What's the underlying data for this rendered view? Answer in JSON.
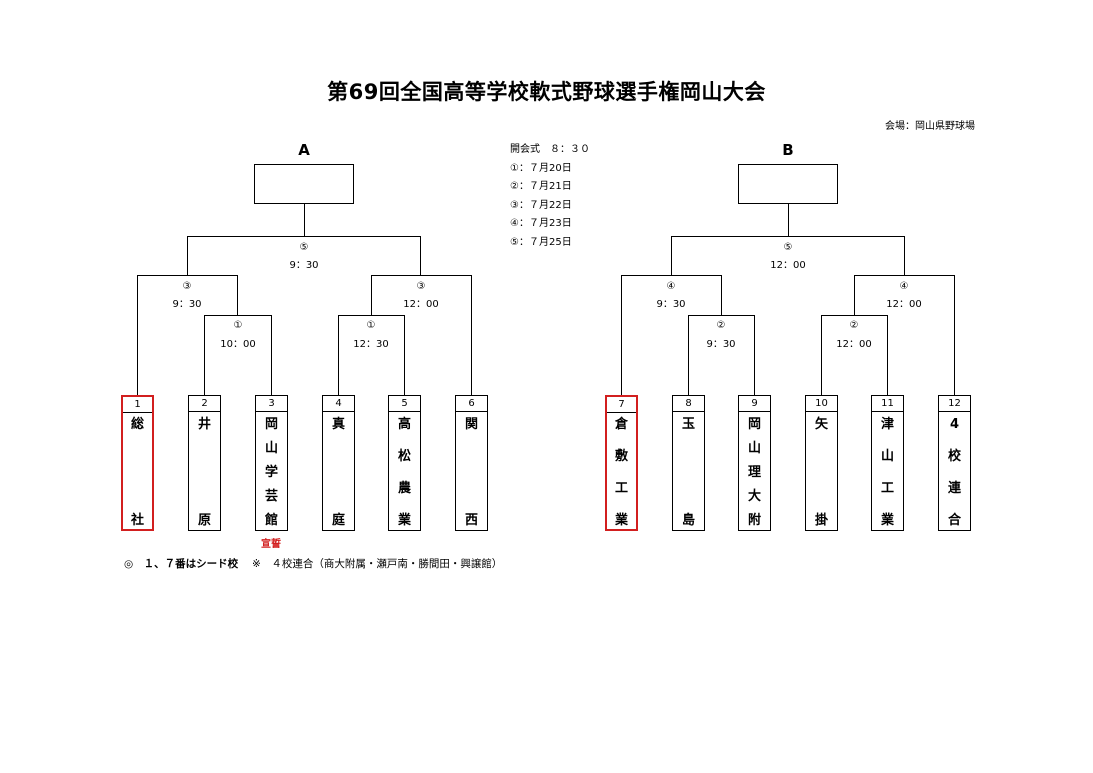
{
  "title": "第69回全国高等学校軟式野球選手権岡山大会",
  "venue": "会場：岡山県野球場",
  "schedule": [
    "開会式　８：３０",
    "①：７月20日",
    "②：７月21日",
    "③：７月22日",
    "④：７月23日",
    "⑤：７月25日"
  ],
  "blocks": {
    "a": {
      "label": "A",
      "final": {
        "round": "⑤",
        "time": "9：30"
      },
      "left_semi": {
        "round": "③",
        "time": "9：30"
      },
      "right_semi": {
        "round": "③",
        "time": "12：00"
      },
      "left_first": {
        "round": "①",
        "time": "10：00"
      },
      "right_first": {
        "round": "①",
        "time": "12：30"
      }
    },
    "b": {
      "label": "B",
      "final": {
        "round": "⑤",
        "time": "12：00"
      },
      "left_semi": {
        "round": "④",
        "time": "9：30"
      },
      "right_semi": {
        "round": "④",
        "time": "12：00"
      },
      "left_first": {
        "round": "②",
        "time": "9：30"
      },
      "right_first": {
        "round": "②",
        "time": "12：00"
      }
    }
  },
  "teams": [
    {
      "num": "1",
      "chars": [
        "総",
        "社"
      ],
      "seed": true
    },
    {
      "num": "2",
      "chars": [
        "井",
        "原"
      ],
      "seed": false
    },
    {
      "num": "3",
      "chars": [
        "岡",
        "山",
        "学",
        "芸",
        "館"
      ],
      "seed": false
    },
    {
      "num": "4",
      "chars": [
        "真",
        "庭"
      ],
      "seed": false
    },
    {
      "num": "5",
      "chars": [
        "高",
        "松",
        "農",
        "業"
      ],
      "seed": false
    },
    {
      "num": "6",
      "chars": [
        "関",
        "西"
      ],
      "seed": false
    },
    {
      "num": "7",
      "chars": [
        "倉",
        "敷",
        "工",
        "業"
      ],
      "seed": true
    },
    {
      "num": "8",
      "chars": [
        "玉",
        "島"
      ],
      "seed": false
    },
    {
      "num": "9",
      "chars": [
        "岡",
        "山",
        "理",
        "大",
        "附"
      ],
      "seed": false
    },
    {
      "num": "10",
      "chars": [
        "矢",
        "掛"
      ],
      "seed": false
    },
    {
      "num": "11",
      "chars": [
        "津",
        "山",
        "工",
        "業"
      ],
      "seed": false
    },
    {
      "num": "12",
      "chars": [
        "4",
        "校",
        "連",
        "合"
      ],
      "seed": false
    }
  ],
  "declaration": "宣誓",
  "note": {
    "seed_text": "◎　１、７番はシード校",
    "union_text": "※　４校連合（商大附属・瀬戸南・勝間田・興譲館）"
  },
  "colors": {
    "seed_border": "#d21f1f",
    "line": "#000000"
  }
}
